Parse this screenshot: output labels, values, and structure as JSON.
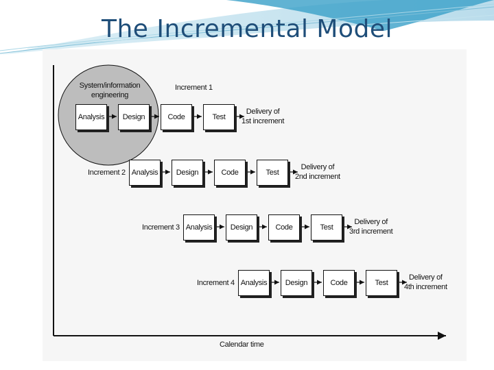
{
  "title": "The Incremental Model",
  "diagram": {
    "system_info_label": "System/information engineering",
    "axis_label": "Calendar time",
    "increments": [
      {
        "label": "Increment 1",
        "stages": [
          "Analysis",
          "Design",
          "Code",
          "Test"
        ],
        "delivery": [
          "Delivery of",
          "1st increment"
        ]
      },
      {
        "label": "Increment 2",
        "stages": [
          "Analysis",
          "Design",
          "Code",
          "Test"
        ],
        "delivery": [
          "Delivery of",
          "2nd increment"
        ]
      },
      {
        "label": "Increment 3",
        "stages": [
          "Analysis",
          "Design",
          "Code",
          "Test"
        ],
        "delivery": [
          "Delivery of",
          "3rd increment"
        ]
      },
      {
        "label": "Increment 4",
        "stages": [
          "Analysis",
          "Design",
          "Code",
          "Test"
        ],
        "delivery": [
          "Delivery of",
          "4th increment"
        ]
      }
    ]
  }
}
